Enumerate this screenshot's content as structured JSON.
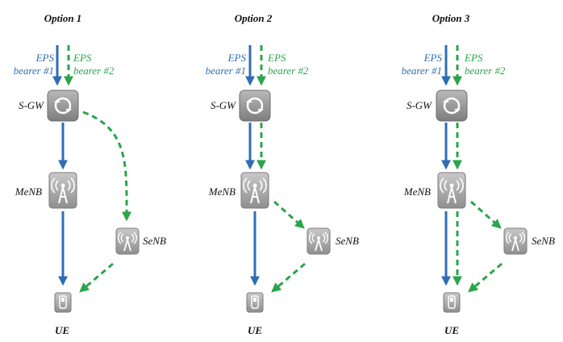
{
  "options": [
    {
      "title": "Option 1",
      "bearer1": [
        "EPS",
        "bearer #1"
      ],
      "bearer2": [
        "EPS",
        "bearer #2"
      ],
      "sgw": "S-GW",
      "menb": "MeNB",
      "senb": "SeNB",
      "ue": "UE"
    },
    {
      "title": "Option 2",
      "bearer1": [
        "EPS",
        "bearer #1"
      ],
      "bearer2": [
        "EPS",
        "bearer #2"
      ],
      "sgw": "S-GW",
      "menb": "MeNB",
      "senb": "SeNB",
      "ue": "UE"
    },
    {
      "title": "Option 3",
      "bearer1": [
        "EPS",
        "bearer #1"
      ],
      "bearer2": [
        "EPS",
        "bearer #2"
      ],
      "sgw": "S-GW",
      "menb": "MeNB",
      "senb": "SeNB",
      "ue": "UE"
    }
  ],
  "colors": {
    "bearer1": "#2f6db5",
    "bearer2": "#2aa54b",
    "node_gray": "#9a9a9a"
  },
  "icons": {
    "sgw": "router-icon",
    "menb": "antenna-tower-icon",
    "senb": "small-antenna-icon",
    "ue": "phone-icon"
  }
}
